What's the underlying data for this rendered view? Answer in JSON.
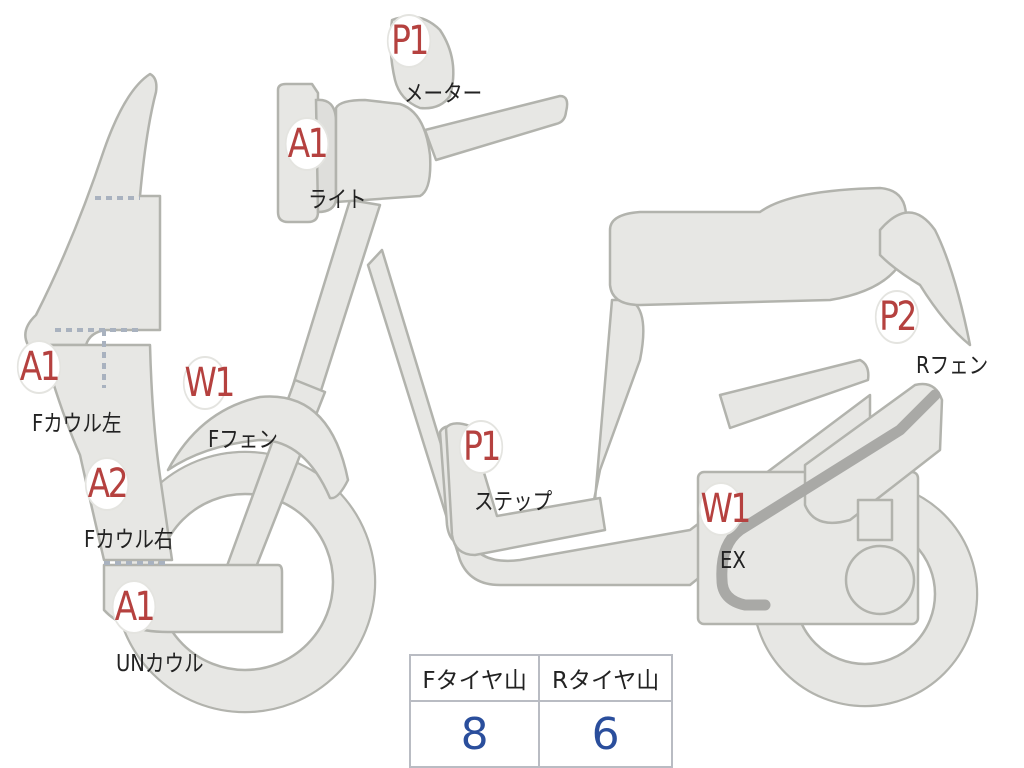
{
  "parts": [
    {
      "id": "meter",
      "grade": "P1",
      "label": "メーター"
    },
    {
      "id": "light",
      "grade": "A1",
      "label": "ライト"
    },
    {
      "id": "f-cowl-left",
      "grade": "A1",
      "label": "Fカウル左"
    },
    {
      "id": "f-fender",
      "grade": "W1",
      "label": "Fフェン"
    },
    {
      "id": "f-cowl-right",
      "grade": "A2",
      "label": "Fカウル右"
    },
    {
      "id": "under-cowl",
      "grade": "A1",
      "label": "UNカウル"
    },
    {
      "id": "step",
      "grade": "P1",
      "label": "ステップ"
    },
    {
      "id": "exhaust",
      "grade": "W1",
      "label": "EX"
    },
    {
      "id": "r-fender",
      "grade": "P2",
      "label": "Rフェン"
    }
  ],
  "tire_tread": {
    "front_header": "Fタイヤ山",
    "rear_header": "Rタイヤ山",
    "front_value": "8",
    "rear_value": "6"
  },
  "colors": {
    "grade_text": "#b5413f",
    "tread_value": "#2a4e9c",
    "body_fill": "#e7e7e4",
    "outline": "#b2b3ad"
  }
}
